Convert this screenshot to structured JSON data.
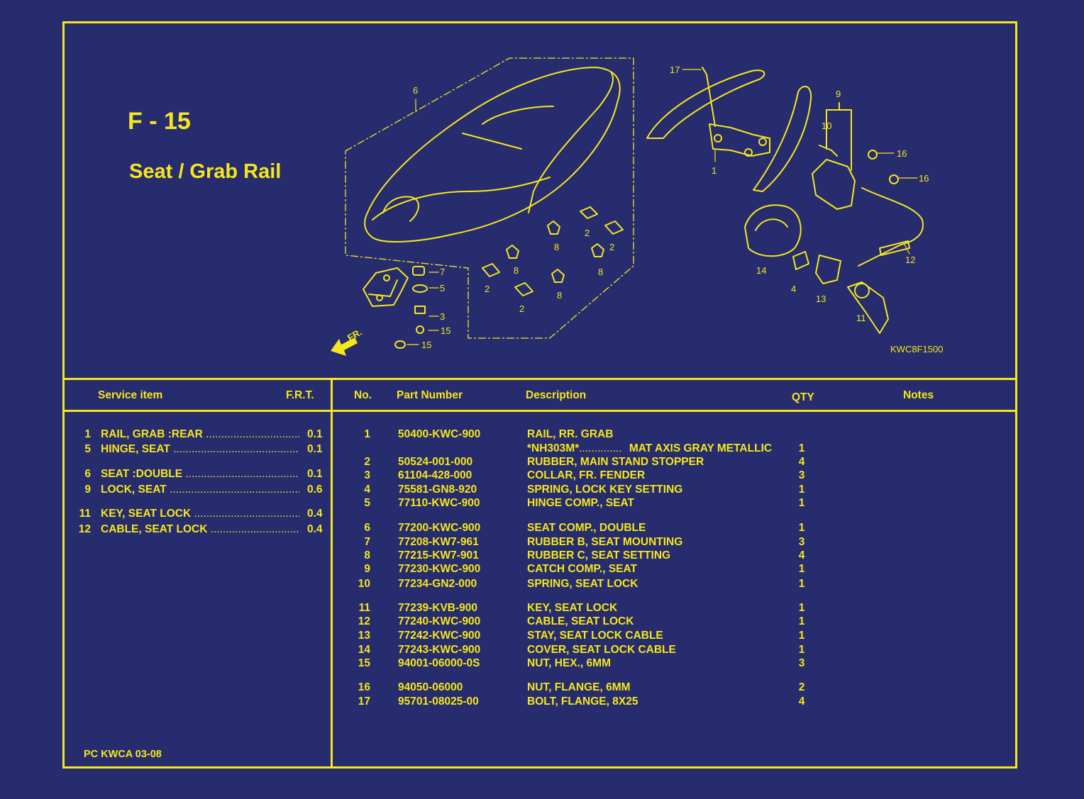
{
  "header": {
    "code": "F - 15",
    "title": "Seat / Grab Rail",
    "drawing_id": "KWC8F1500",
    "front_label": "FR."
  },
  "service_table": {
    "columns": {
      "item": "Service item",
      "frt": "F.R.T."
    },
    "rows": [
      {
        "num": "1",
        "name": "RAIL, GRAB :REAR",
        "frt": "0.1"
      },
      {
        "num": "5",
        "name": "HINGE, SEAT",
        "frt": "0.1"
      },
      {
        "num": "6",
        "name": "SEAT :DOUBLE",
        "frt": "0.1"
      },
      {
        "num": "9",
        "name": "LOCK, SEAT",
        "frt": "0.6"
      },
      {
        "num": "11",
        "name": "KEY, SEAT LOCK",
        "frt": "0.4"
      },
      {
        "num": "12",
        "name": "CABLE, SEAT LOCK",
        "frt": "0.4"
      }
    ]
  },
  "parts_table": {
    "columns": {
      "no": "No.",
      "part_number": "Part Number",
      "description": "Description",
      "qty": "QTY",
      "notes": "Notes"
    },
    "rows": [
      {
        "no": "1",
        "part": "50400-KWC-900",
        "desc": "RAIL, RR. GRAB",
        "qty": ""
      },
      {
        "no": "2",
        "part": "50524-001-000",
        "desc": "RUBBER, MAIN STAND STOPPER",
        "qty": "4"
      },
      {
        "no": "3",
        "part": "61104-428-000",
        "desc": "COLLAR, FR. FENDER",
        "qty": "3"
      },
      {
        "no": "4",
        "part": "75581-GN8-920",
        "desc": "SPRING, LOCK KEY SETTING",
        "qty": "1"
      },
      {
        "no": "5",
        "part": "77110-KWC-900",
        "desc": "HINGE COMP., SEAT",
        "qty": "1"
      },
      {
        "no": "6",
        "part": "77200-KWC-900",
        "desc": "SEAT COMP., DOUBLE",
        "qty": "1"
      },
      {
        "no": "7",
        "part": "77208-KW7-961",
        "desc": "RUBBER B, SEAT MOUNTING",
        "qty": "3"
      },
      {
        "no": "8",
        "part": "77215-KW7-901",
        "desc": "RUBBER C, SEAT SETTING",
        "qty": "4"
      },
      {
        "no": "9",
        "part": "77230-KWC-900",
        "desc": "CATCH COMP., SEAT",
        "qty": "1"
      },
      {
        "no": "10",
        "part": "77234-GN2-000",
        "desc": "SPRING, SEAT LOCK",
        "qty": "1"
      },
      {
        "no": "11",
        "part": "77239-KVB-900",
        "desc": "KEY, SEAT LOCK",
        "qty": "1"
      },
      {
        "no": "12",
        "part": "77240-KWC-900",
        "desc": "CABLE, SEAT LOCK",
        "qty": "1"
      },
      {
        "no": "13",
        "part": "77242-KWC-900",
        "desc": "STAY, SEAT LOCK CABLE",
        "qty": "1"
      },
      {
        "no": "14",
        "part": "77243-KWC-900",
        "desc": "COVER, SEAT LOCK CABLE",
        "qty": "1"
      },
      {
        "no": "15",
        "part": "94001-06000-0S",
        "desc": "NUT, HEX., 6MM",
        "qty": "3"
      },
      {
        "no": "16",
        "part": "94050-06000",
        "desc": "NUT, FLANGE, 6MM",
        "qty": "2"
      },
      {
        "no": "17",
        "part": "95701-08025-00",
        "desc": "BOLT, FLANGE, 8X25",
        "qty": "4"
      }
    ],
    "sub_row": {
      "code": "*NH303M*",
      "desc": "MAT AXIS GRAY METALLIC",
      "qty": "1"
    }
  },
  "footer": {
    "code": "PC KWCA 03-08"
  },
  "colors": {
    "background": "#262c6e",
    "ink": "#f6e71a"
  }
}
